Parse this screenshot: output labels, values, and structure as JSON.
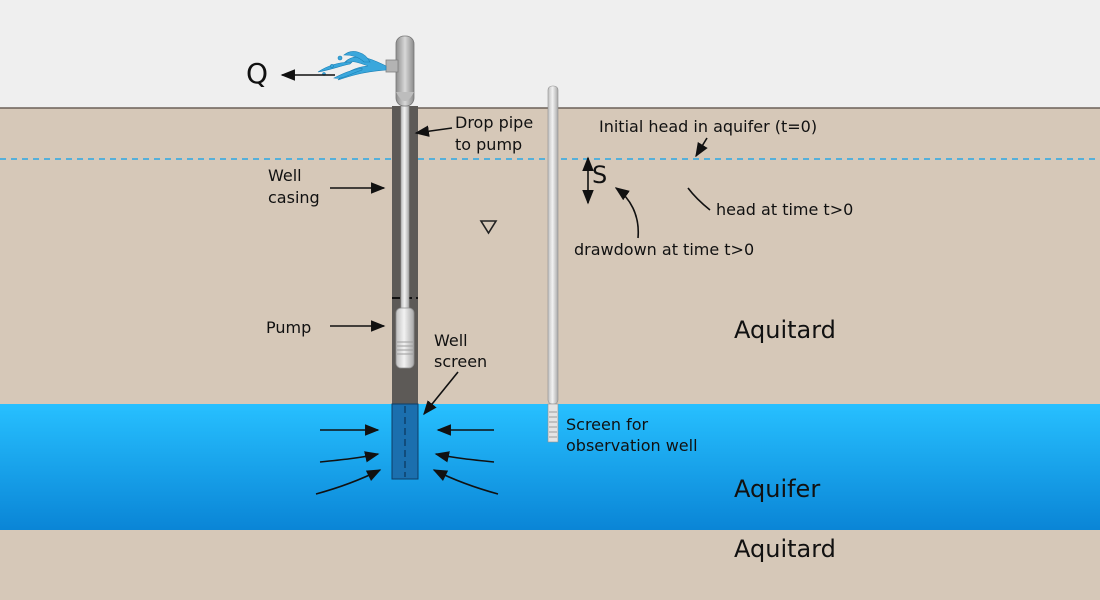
{
  "labels": {
    "q": "Q",
    "drop_pipe_1": "Drop pipe",
    "drop_pipe_2": "to pump",
    "initial_head": "Initial head in aquifer (t=0)",
    "s": "S",
    "well_casing_1": "Well",
    "well_casing_2": "casing",
    "head_time": "head at time t>0",
    "drawdown": "drawdown at time t>0",
    "pump": "Pump",
    "well_screen_1": "Well",
    "well_screen_2": "screen",
    "aquitard_upper": "Aquitard",
    "screen_obs_1": "Screen for",
    "screen_obs_2": "observation well",
    "aquifer": "Aquifer",
    "aquitard_lower": "Aquitard"
  },
  "colors": {
    "sky": "#efefef",
    "soil": "#d6c8b8",
    "aquifer_top": "#22bbff",
    "aquifer_bottom": "#0a86d8",
    "casing": "#5d5a57",
    "pipe": "#d9d9d9",
    "water_line": "#2aa7e6",
    "spray": "#3aa7dc"
  }
}
